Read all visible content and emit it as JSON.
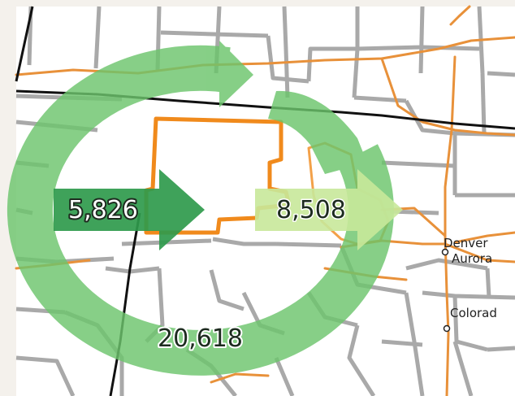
{
  "colors": {
    "background": "#f4f1ec",
    "map_fill": "#ffffff",
    "county_lines": "#a9a9a9",
    "state_lines": "#111111",
    "roads": "#e8913a",
    "highlight_outline": "#f08a1c",
    "cycle_arrow": "#6cc56c",
    "in_arrow": "#2f9a4c",
    "out_arrow": "#c8e89a",
    "label_text": "#ffffff",
    "label_dark": "#1d2b1f"
  },
  "flows": {
    "inflow": {
      "value": "5,826",
      "icon": "arrow-right-icon"
    },
    "outflow": {
      "value": "8,508",
      "icon": "arrow-right-icon"
    },
    "cycle": {
      "value": "20,618",
      "icon": "circular-arrow-icon"
    }
  },
  "cities": {
    "denver": "Denver",
    "aurora": "Aurora",
    "colorado": "Colorad"
  }
}
